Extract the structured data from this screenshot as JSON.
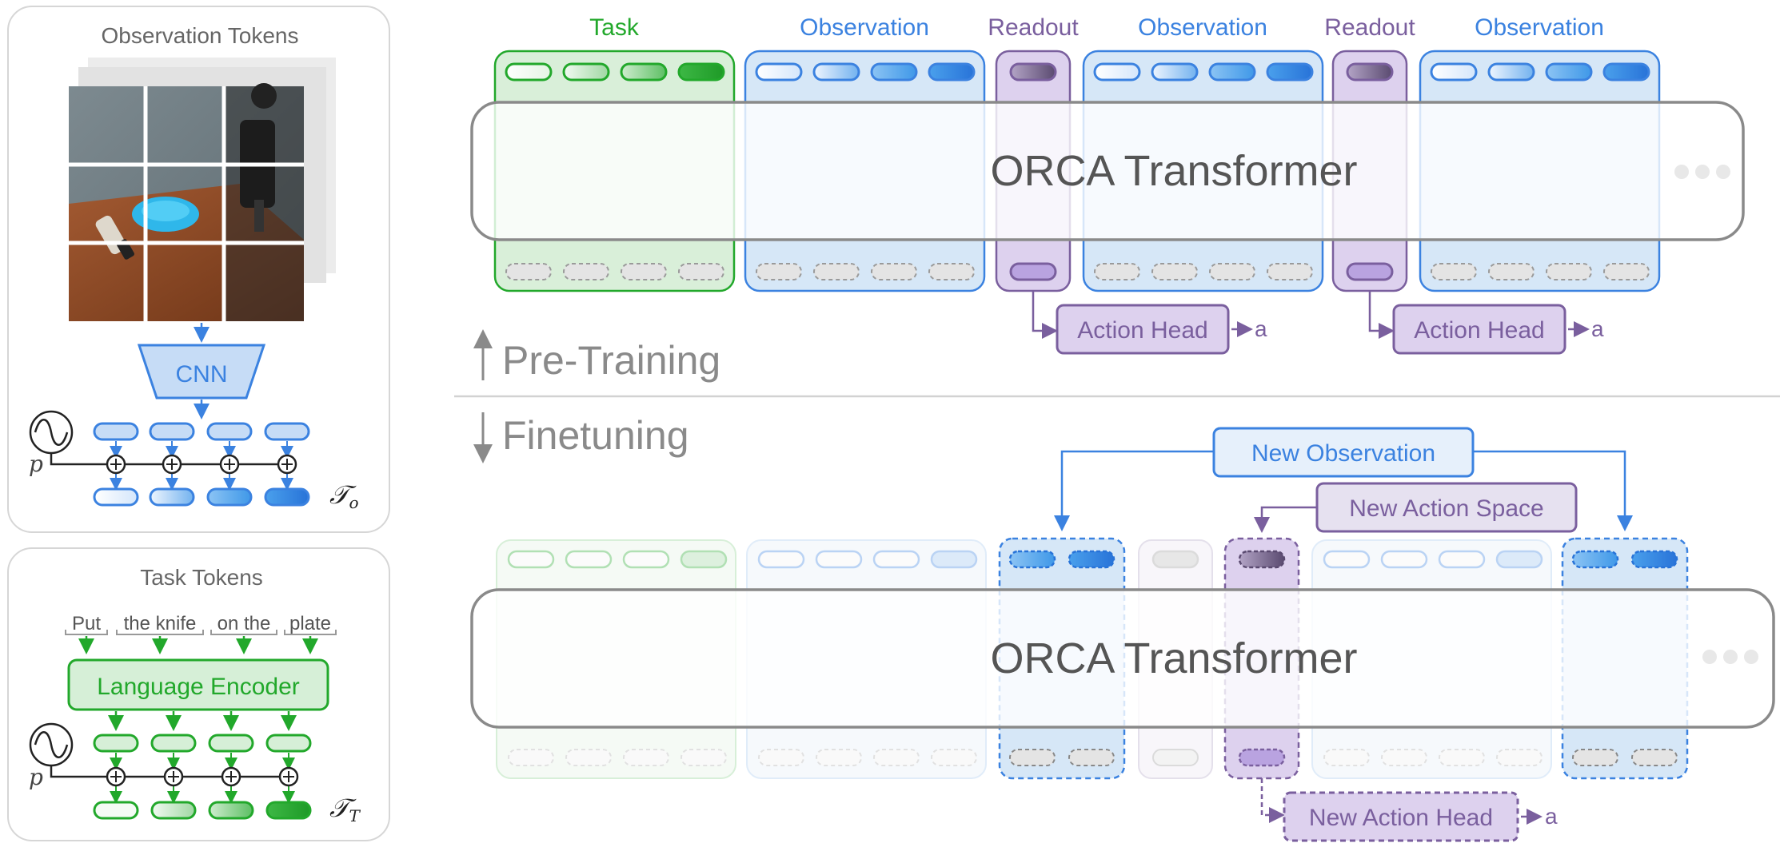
{
  "observation_panel": {
    "title": "Observation Tokens",
    "encoder": "CNN",
    "pos_label": "p",
    "tokens_label": "𝒯",
    "tokens_sub": "o"
  },
  "task_panel": {
    "title": "Task Tokens",
    "words": [
      "Put",
      "the knife",
      "on the",
      "plate"
    ],
    "encoder": "Language Encoder",
    "pos_label": "p",
    "tokens_label": "𝒯",
    "tokens_sub": "T"
  },
  "pretraining": {
    "labels": {
      "task": "Task",
      "observation1": "Observation",
      "readout1": "Readout",
      "observation2": "Observation",
      "readout2": "Readout",
      "observation3": "Observation"
    },
    "transformer": "ORCA Transformer",
    "action_head": "Action Head",
    "action": "a",
    "stage": "Pre-Training"
  },
  "finetuning": {
    "stage": "Finetuning",
    "transformer": "ORCA Transformer",
    "new_observation": "New Observation",
    "new_action_space": "New Action Space",
    "new_action_head": "New Action Head",
    "action": "a"
  },
  "colors": {
    "green": "#22a82b",
    "blue": "#3b82e0",
    "purple": "#7a5f9e",
    "gray": "#7a7a7a"
  }
}
